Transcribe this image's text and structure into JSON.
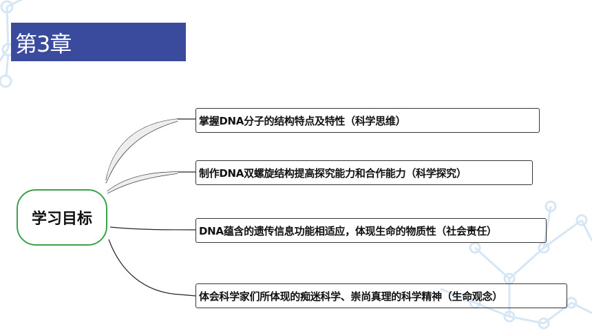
{
  "chapter": {
    "title": "第3章"
  },
  "mindmap": {
    "center": "学习目标",
    "goals": [
      "掌握DNA分子的结构特点及特性（科学思维）",
      "制作DNA双螺旋结构提高探究能力和合作能力（科学探究）",
      "DNA蕴含的遗传信息功能相适应，体现生命的物质性（社会责任）",
      "体会科学家们所体现的痴迷科学、崇尚真理的科学精神（生命观念）"
    ]
  },
  "colors": {
    "banner": "#3a4a9c",
    "center_border": "#3aa14a",
    "decor_molecule": "#cfe3f5"
  }
}
